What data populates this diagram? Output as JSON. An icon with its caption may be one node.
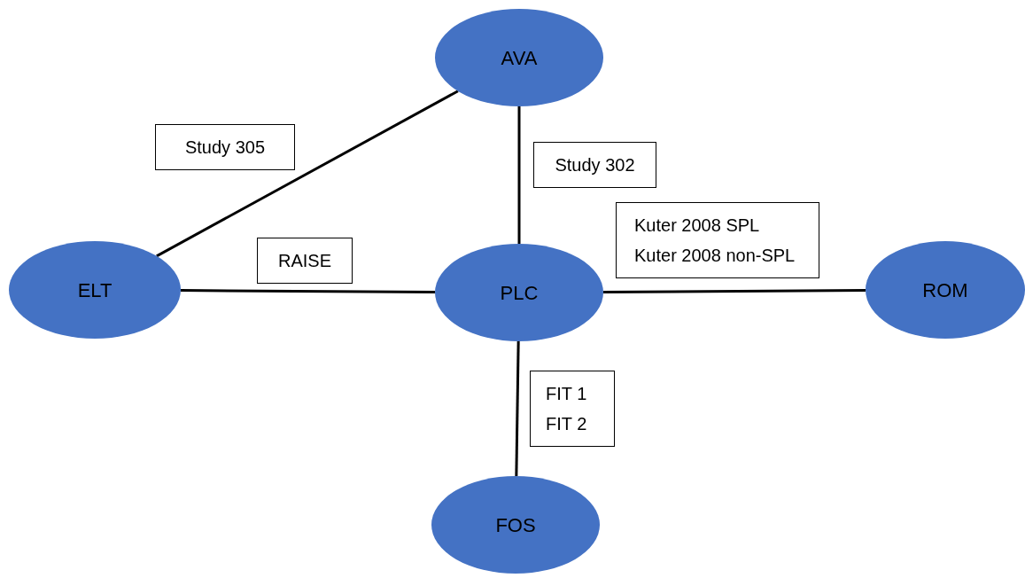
{
  "diagram": {
    "nodes": [
      {
        "text": [
          "AVA"
        ]
      },
      {
        "text": [
          "ELT"
        ]
      },
      {
        "text": [
          "PLC"
        ]
      },
      {
        "text": [
          "ROM"
        ]
      },
      {
        "text": [
          "FOS"
        ]
      }
    ],
    "edges": [
      {
        "from": 1,
        "to": 0,
        "arrow": "none",
        "label": "Study 305"
      },
      {
        "from": 0,
        "to": 2,
        "arrow": "none",
        "label": "Study 302"
      },
      {
        "from": 1,
        "to": 2,
        "arrow": "none",
        "label": "RAISE"
      },
      {
        "from": 2,
        "to": 3,
        "arrow": "none",
        "label": "Kuter 2008 SPL Kuter 2008 non-SPL"
      },
      {
        "from": 2,
        "to": 4,
        "arrow": "none",
        "label": "FIT 1 FIT 2"
      }
    ]
  }
}
